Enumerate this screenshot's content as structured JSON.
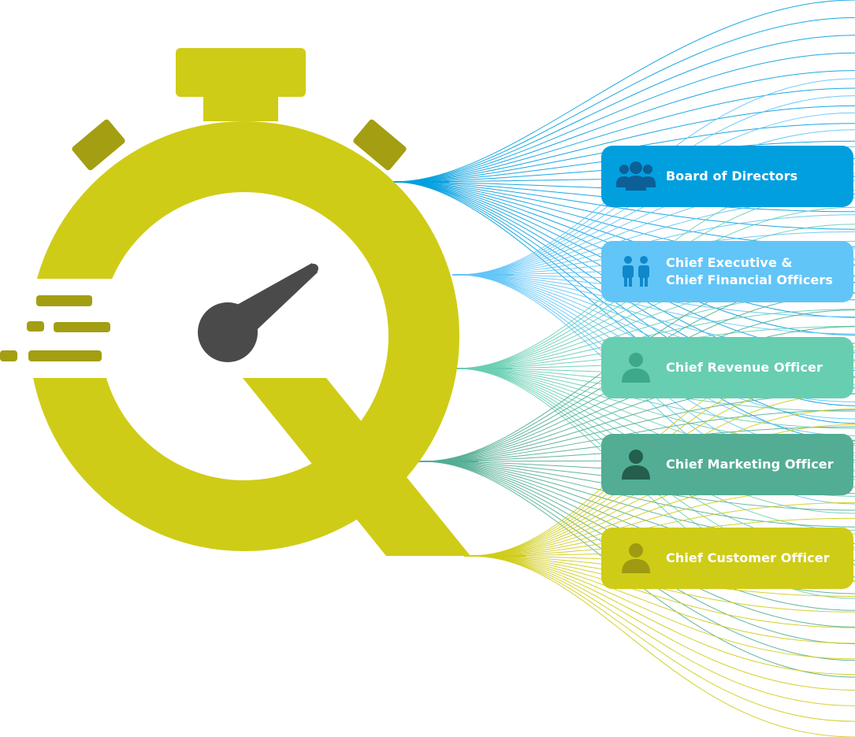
{
  "colors": {
    "stopwatch": "#cfcc17",
    "stopwatch_dark": "#a39e12",
    "needle": "#4a4a4a",
    "background": "#ffffff"
  },
  "stopwatch": {
    "icon": "stopwatch-q-logo-icon"
  },
  "roles": [
    {
      "id": "board",
      "label": "Board of Directors",
      "icon": "group-icon",
      "color": "#029fdf",
      "icon_color": "#0c5f97"
    },
    {
      "id": "ceo-cfo",
      "label": "Chief Executive &\nChief Financial Officers",
      "icon": "two-persons-icon",
      "color": "#62c5f7",
      "icon_color": "#0f88cb"
    },
    {
      "id": "cro",
      "label": "Chief Revenue Officer",
      "icon": "person-icon",
      "color": "#67ceb2",
      "icon_color": "#3ea88a"
    },
    {
      "id": "cmo",
      "label": "Chief Marketing Officer",
      "icon": "person-icon",
      "color": "#52ad94",
      "icon_color": "#245e4d"
    },
    {
      "id": "cco",
      "label": "Chief Customer Officer",
      "icon": "person-icon",
      "color": "#cfcc17",
      "icon_color": "#9e9a12"
    }
  ]
}
